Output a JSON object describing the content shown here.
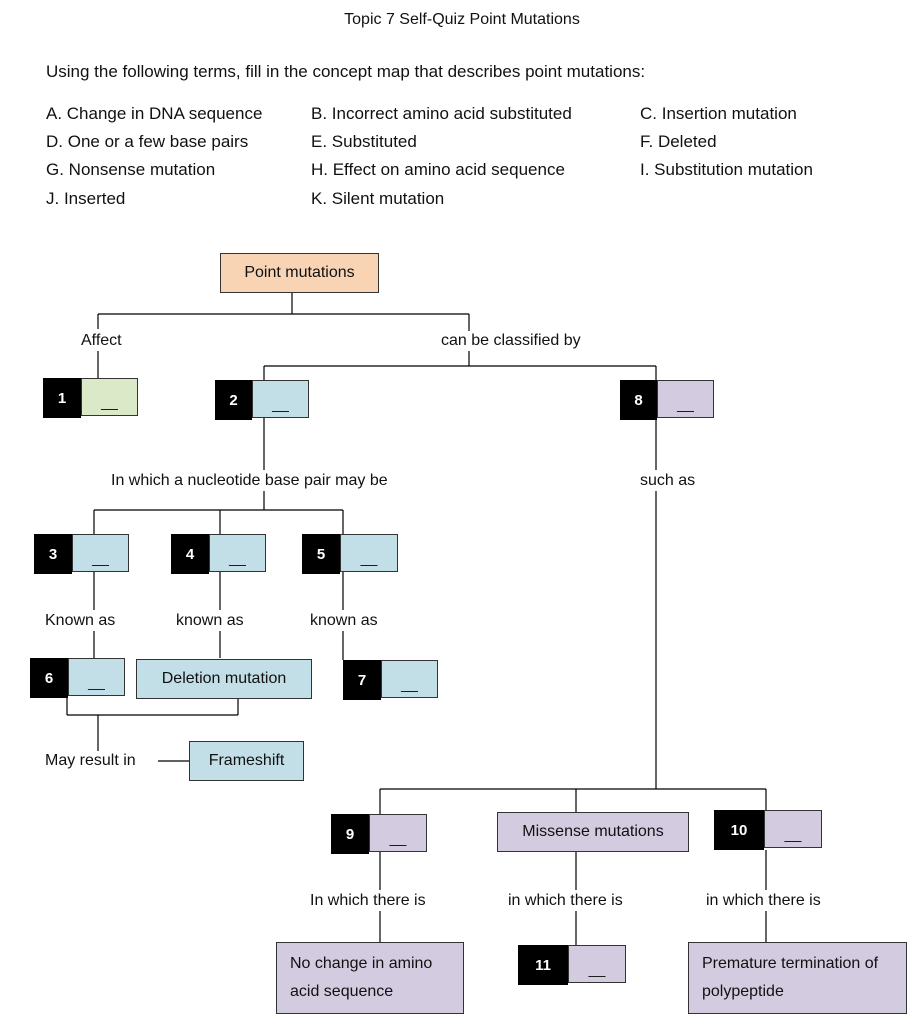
{
  "title": "Topic 7 Self-Quiz Point Mutations",
  "instruction": "Using the following terms, fill in the concept map that describes point mutations:",
  "terms": [
    "A. Change in DNA sequence",
    "B. Incorrect amino acid substituted",
    "C. Insertion mutation",
    "D. One or a few base pairs",
    "E. Substituted",
    "F. Deleted",
    "G. Nonsense mutation",
    "H. Effect on amino acid sequence",
    "I. Substitution mutation",
    "J. Inserted",
    "K. Silent mutation"
  ],
  "colors": {
    "orange": "#f8d4b4",
    "green": "#dbe9c8",
    "blue": "#c2dfe8",
    "purple": "#d3cbe0",
    "number_bg": "#000000"
  },
  "blank_text": "__",
  "nodes": {
    "root": "Point mutations",
    "deletion": "Deletion mutation",
    "frameshift": "Frameshift",
    "missense": "Missense mutations",
    "no_change": "No change in amino acid sequence",
    "premature": "Premature termination of polypeptide"
  },
  "numbers": [
    "1",
    "2",
    "3",
    "4",
    "5",
    "6",
    "7",
    "8",
    "9",
    "10",
    "11"
  ],
  "links": {
    "affect": "Affect",
    "classified": "can be classified by",
    "nucleotide": "In which a nucleotide base pair may be",
    "such_as": "such as",
    "known_as_1": "Known as",
    "known_as_2": "known as",
    "known_as_3": "known as",
    "may_result": "May result in",
    "in_which_1": "In which there is",
    "in_which_2": "in which there is",
    "in_which_3": "in which there is"
  }
}
